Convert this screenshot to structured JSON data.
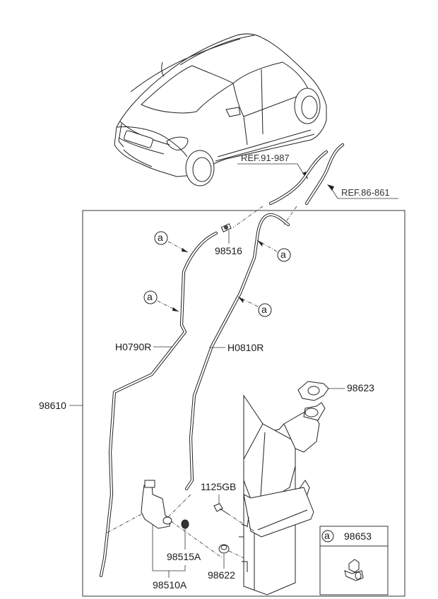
{
  "diagram": {
    "title": "Windshield Washer Reservoir & Hose Assembly",
    "references": [
      {
        "id": "ref-91-987",
        "text": "REF.91-987"
      },
      {
        "id": "ref-86-861",
        "text": "REF.86-861"
      }
    ],
    "parts": {
      "assembly": "98610",
      "connector": "98516",
      "hose_left": "H0790R",
      "hose_right": "H0810R",
      "cap": "98623",
      "bolt": "1125GB",
      "grommet": "98515A",
      "pump": "98510A",
      "seal": "98622"
    },
    "clip_marker": "a",
    "legend": {
      "marker": "a",
      "part_number": "98653"
    }
  }
}
